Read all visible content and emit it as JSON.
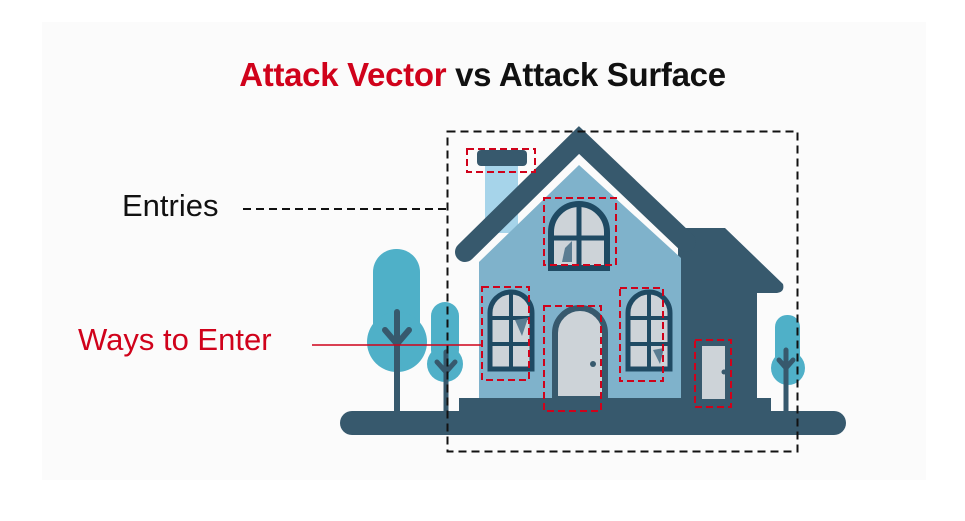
{
  "title": {
    "highlight": "Attack Vector",
    "rest": " vs Attack Surface"
  },
  "labels": {
    "entries": "Entries",
    "ways": "Ways to Enter"
  },
  "colors": {
    "accent": "#d0021b",
    "dark": "#37596d",
    "wall": "#7fb2cb",
    "tree": "#4fb0c8",
    "glass": "#cdd3d8"
  }
}
